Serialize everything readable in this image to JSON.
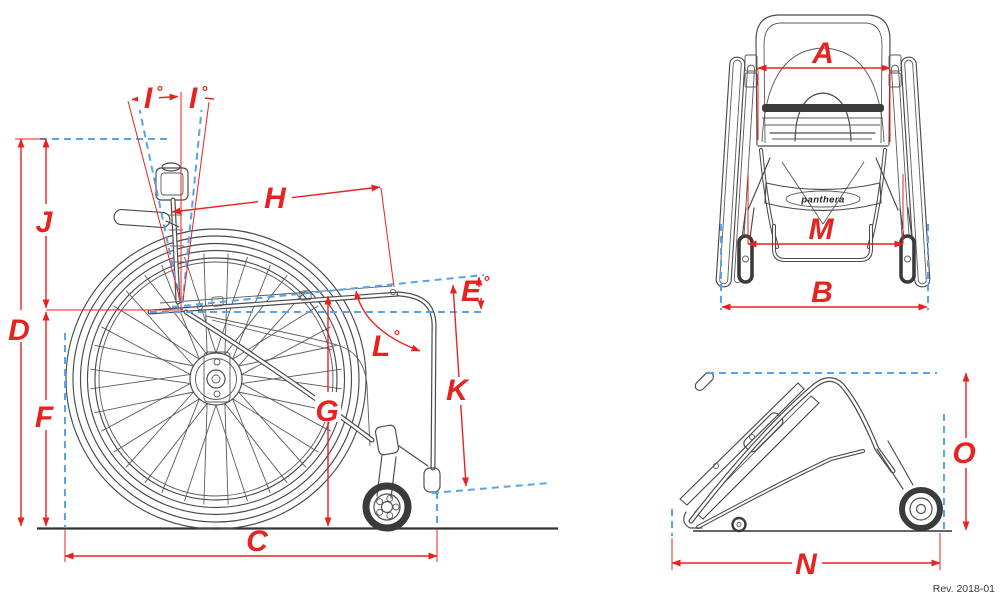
{
  "document": {
    "revision": "Rev. 2018-01"
  },
  "brand": {
    "logo_text": "panthera"
  },
  "colors": {
    "dimension_red": "#e8231f",
    "reference_blue": "#55a4ec",
    "drawing_gray": "#4a4a4a",
    "ground_dark": "#333333"
  },
  "views": [
    {
      "name": "side-view",
      "description": "wheelchair side elevation with dimensions"
    },
    {
      "name": "front-view",
      "description": "wheelchair front elevation with width dimensions"
    },
    {
      "name": "folded-view",
      "description": "wheelchair tipped for transport, rear wheels removed"
    }
  ],
  "labels": {
    "I_left": {
      "text": "I",
      "degree": "°"
    },
    "I_right": {
      "text": "I",
      "degree": "°"
    },
    "H": {
      "text": "H",
      "degree": ""
    },
    "J": {
      "text": "J",
      "degree": ""
    },
    "D": {
      "text": "D",
      "degree": ""
    },
    "F": {
      "text": "F",
      "degree": ""
    },
    "E": {
      "text": "E",
      "degree": "°"
    },
    "L": {
      "text": "L",
      "degree": "°"
    },
    "K": {
      "text": "K",
      "degree": ""
    },
    "G": {
      "text": "G",
      "degree": ""
    },
    "C": {
      "text": "C",
      "degree": ""
    },
    "A": {
      "text": "A",
      "degree": ""
    },
    "M": {
      "text": "M",
      "degree": ""
    },
    "B": {
      "text": "B",
      "degree": ""
    },
    "O": {
      "text": "O",
      "degree": ""
    },
    "N": {
      "text": "N",
      "degree": ""
    }
  }
}
